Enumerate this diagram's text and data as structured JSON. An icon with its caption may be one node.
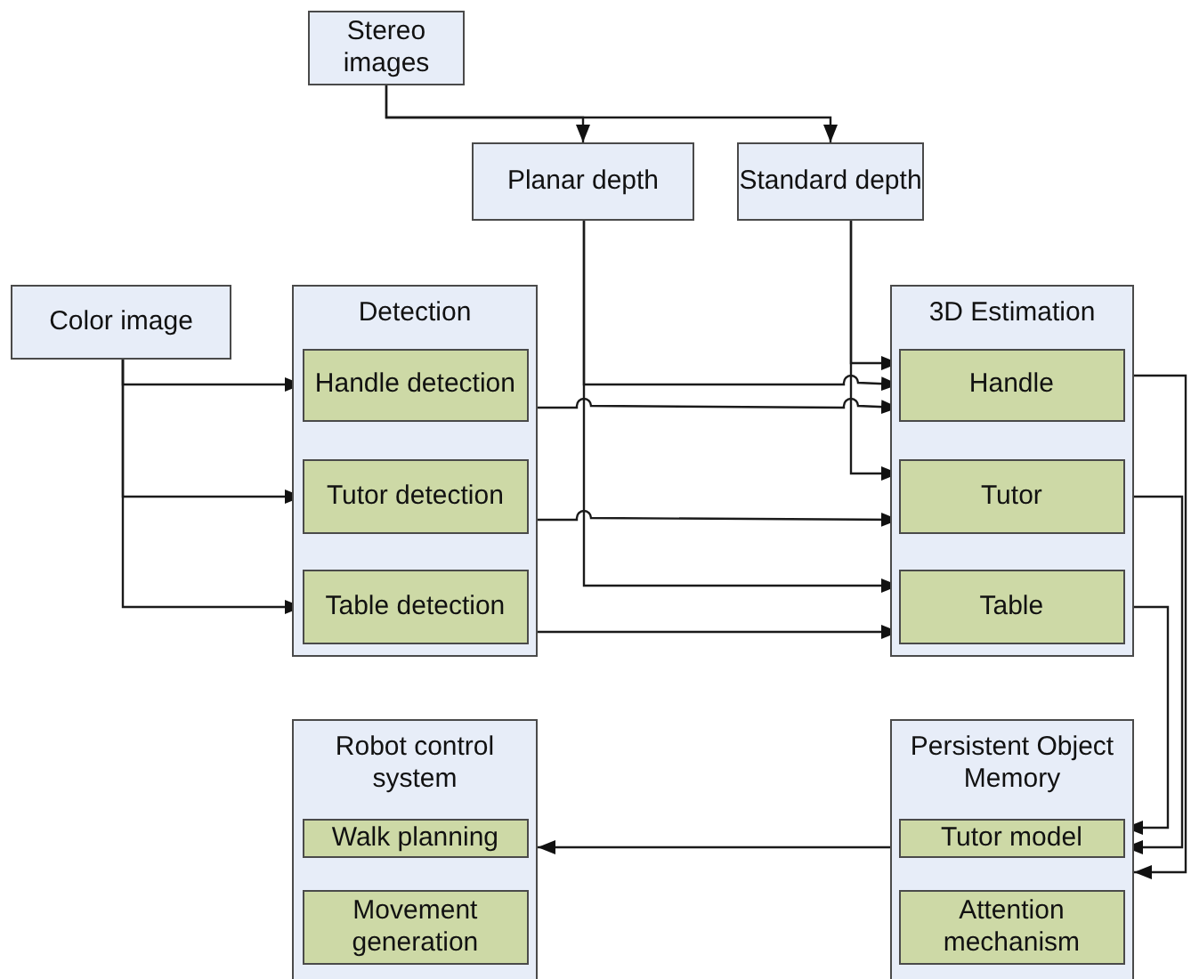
{
  "diagram": {
    "nodes": [
      {
        "text": [
          "Stereo images"
        ]
      },
      {
        "text": [
          "Planar depth"
        ]
      },
      {
        "text": [
          "Standard depth"
        ]
      },
      {
        "text": [
          "Color image"
        ]
      },
      {
        "text": [
          "Detection"
        ]
      },
      {
        "text": [
          "Handle detection"
        ],
        "in": 4
      },
      {
        "text": [
          "Tutor detection"
        ],
        "in": 4
      },
      {
        "text": [
          "Table detection"
        ],
        "in": 4
      },
      {
        "text": [
          "3D Estimation"
        ]
      },
      {
        "text": [
          "Handle"
        ],
        "in": 8
      },
      {
        "text": [
          "Tutor"
        ],
        "in": 8
      },
      {
        "text": [
          "Table"
        ],
        "in": 8
      },
      {
        "text": [
          "Robot control system"
        ]
      },
      {
        "text": [
          "Walk planning"
        ],
        "in": 12
      },
      {
        "text": [
          "Movement generation"
        ],
        "in": 12
      },
      {
        "text": [
          "Persistent Object Memory"
        ]
      },
      {
        "text": [
          "Tutor model"
        ],
        "in": 15
      },
      {
        "text": [
          "Attention mechanism"
        ],
        "in": 15
      }
    ],
    "edges": [
      {
        "from": 0,
        "to": 1,
        "arrow": "to"
      },
      {
        "from": 0,
        "to": 2,
        "arrow": "to"
      },
      {
        "from": 3,
        "to": 5,
        "arrow": "to"
      },
      {
        "from": 3,
        "to": 6,
        "arrow": "to"
      },
      {
        "from": 3,
        "to": 7,
        "arrow": "to"
      },
      {
        "from": 1,
        "to": 9,
        "arrow": "to"
      },
      {
        "from": 1,
        "to": 11,
        "arrow": "to"
      },
      {
        "from": 2,
        "to": 9,
        "arrow": "to"
      },
      {
        "from": 2,
        "to": 10,
        "arrow": "to"
      },
      {
        "from": 5,
        "to": 9,
        "arrow": "to"
      },
      {
        "from": 6,
        "to": 10,
        "arrow": "to"
      },
      {
        "from": 7,
        "to": 11,
        "arrow": "to"
      },
      {
        "from": 9,
        "to": 15,
        "arrow": "to"
      },
      {
        "from": 10,
        "to": 16,
        "arrow": "to"
      },
      {
        "from": 11,
        "to": 16,
        "arrow": "to"
      },
      {
        "from": 15,
        "to": 12,
        "arrow": "to"
      }
    ]
  }
}
